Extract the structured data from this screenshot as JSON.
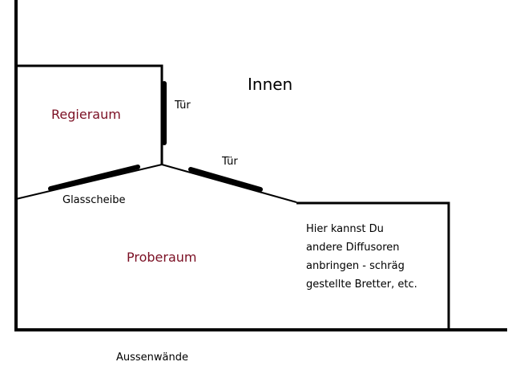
{
  "labels": {
    "inside": "Innen",
    "control_room": "Regieraum",
    "door_1": "Tür",
    "door_2": "Tür",
    "glass": "Glasscheibe",
    "rehearsal_room": "Proberaum",
    "outer_walls": "Aussenwände",
    "note": [
      "Hier kannst Du",
      "andere Diffusoren",
      "anbringen - schräg",
      "gestellte Bretter, etc."
    ]
  },
  "colors": {
    "room_label": "#7b1024",
    "line": "#000000"
  }
}
